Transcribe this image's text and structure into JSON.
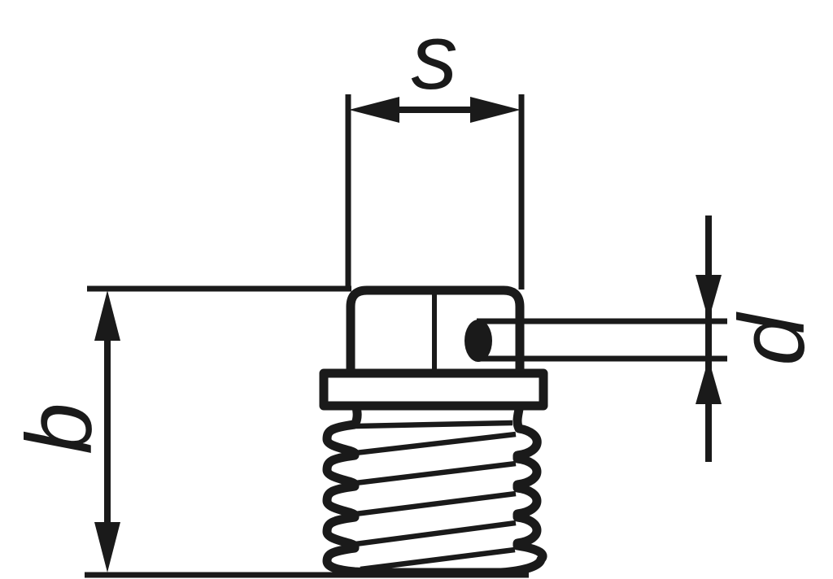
{
  "page": {
    "background": "#ffffff"
  },
  "drawing": {
    "type": "technical-dimension-drawing",
    "subject": "hex-head threaded plug with cross-drilled hole, side view",
    "line_color": "#1a1a1a",
    "labels": {
      "width_across_flats": "s",
      "overall_length": "b",
      "hole_diameter": "d"
    }
  }
}
